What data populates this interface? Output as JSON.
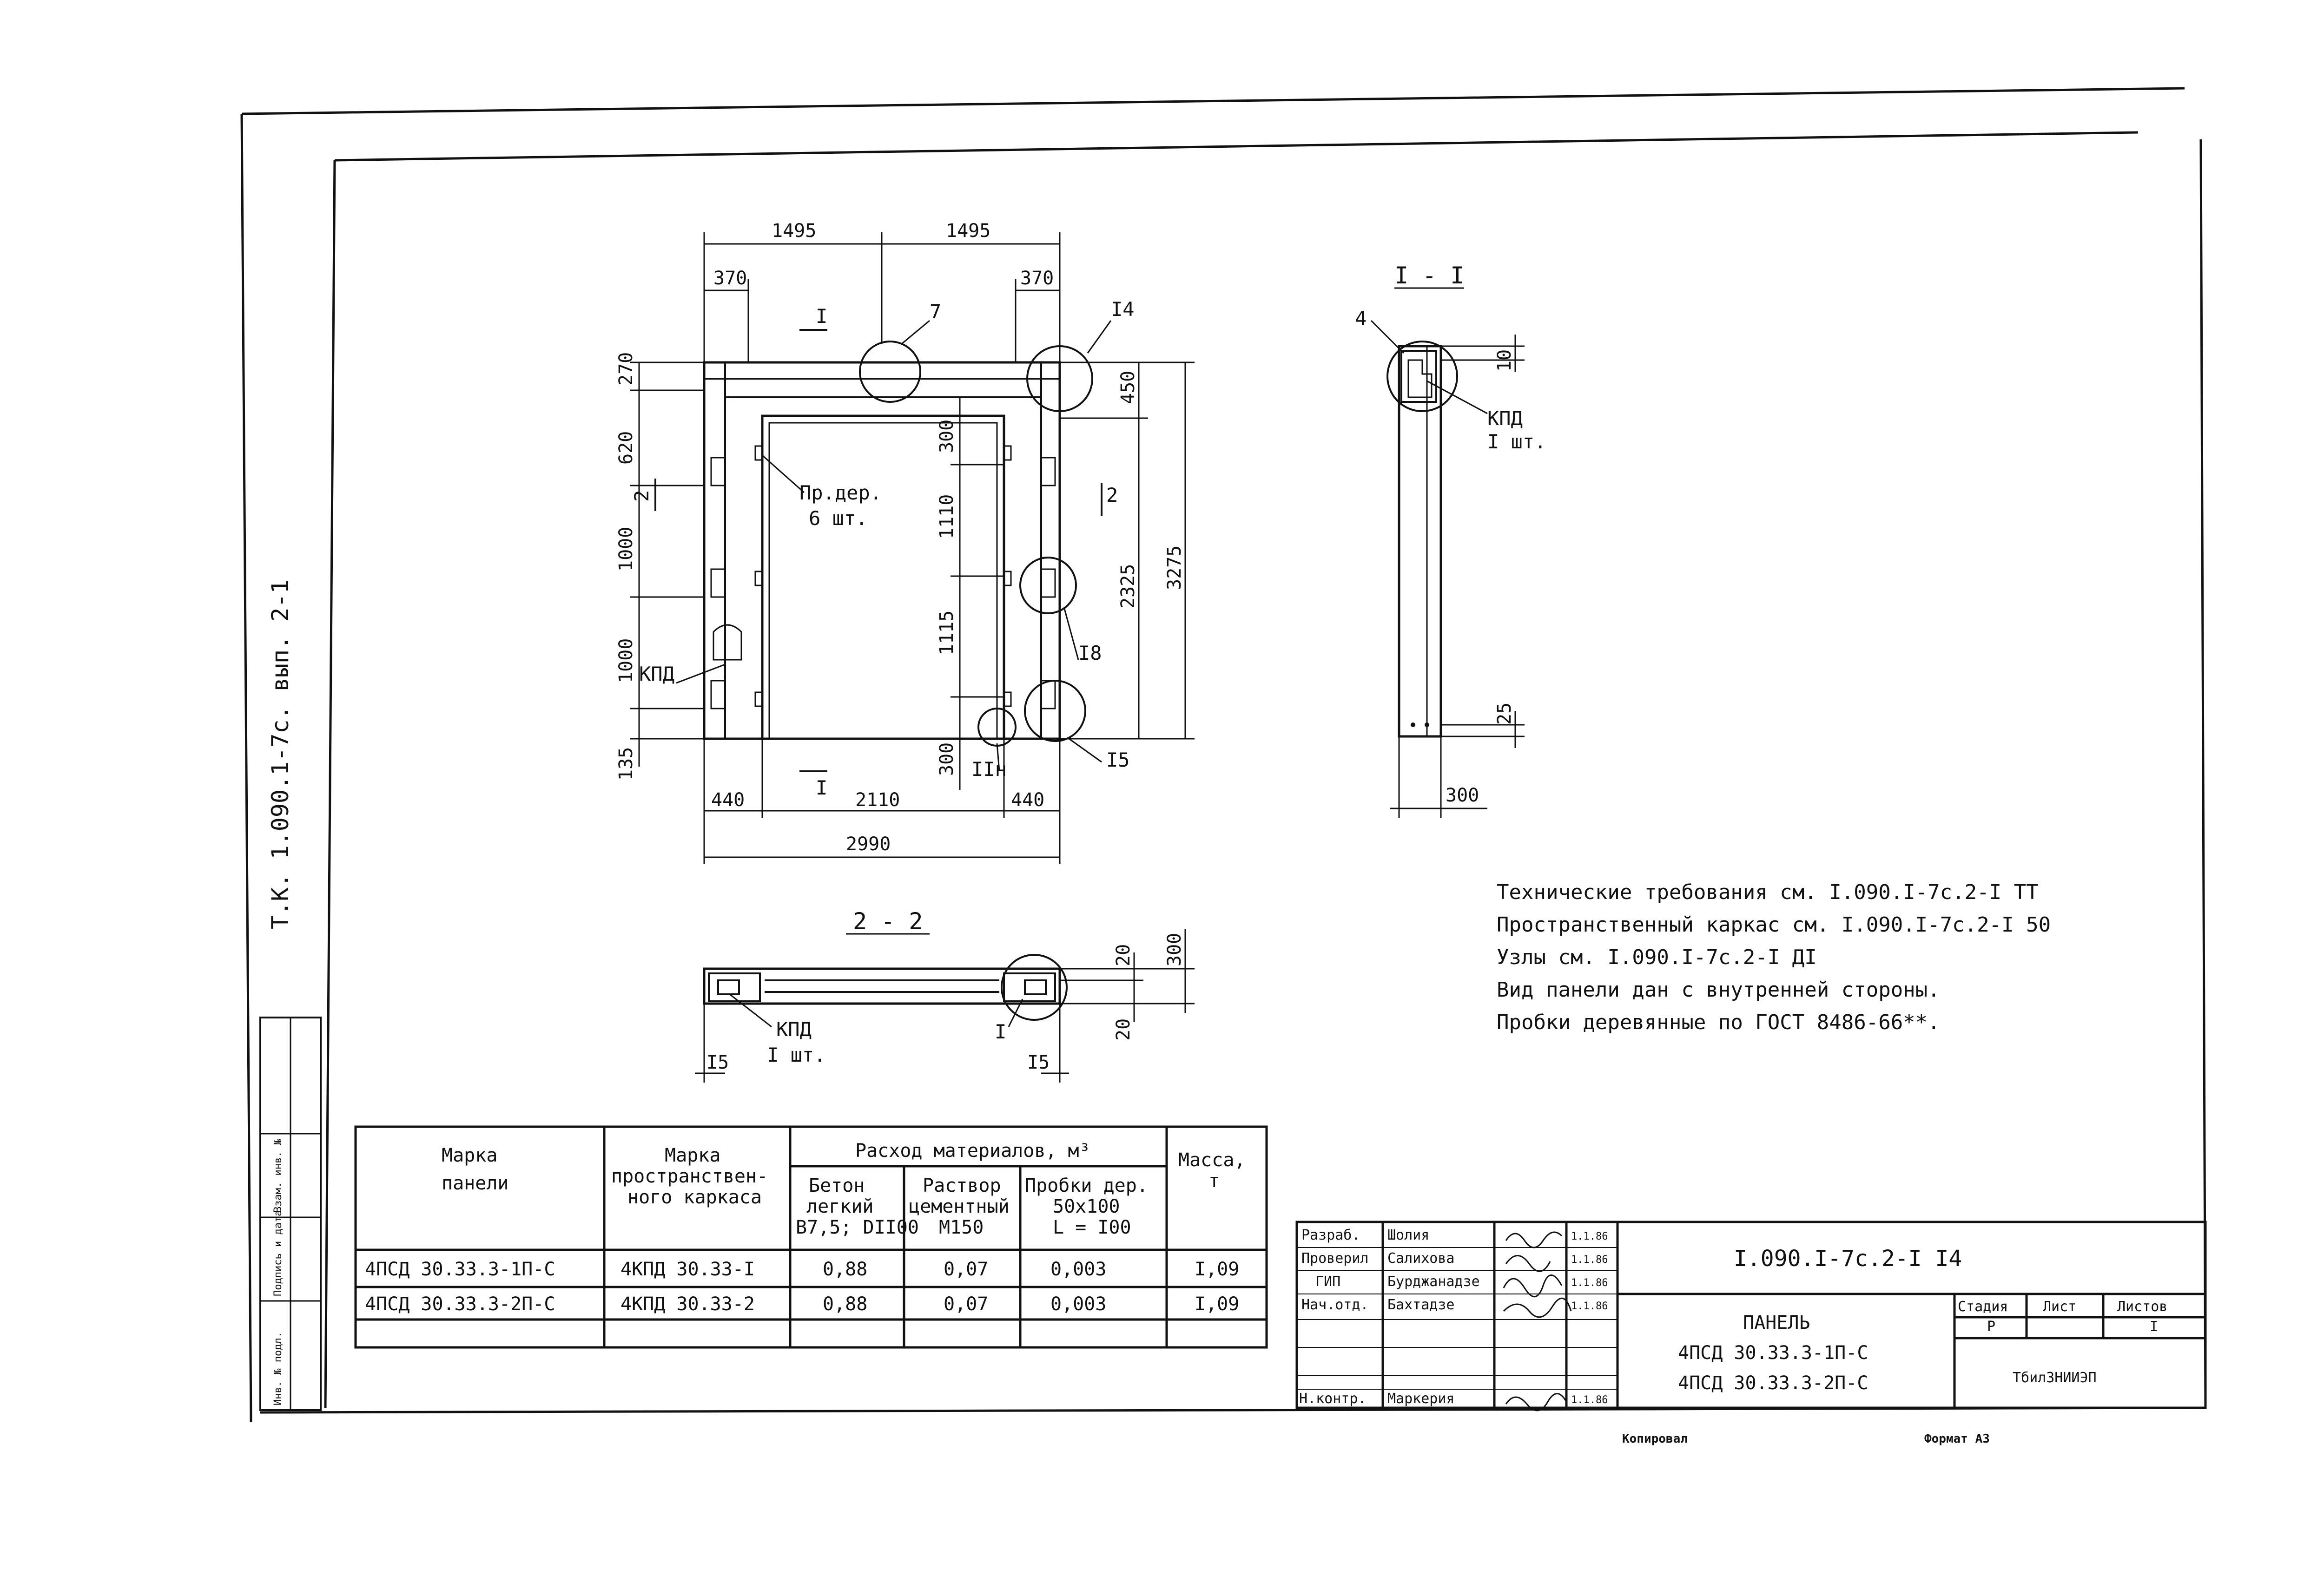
{
  "side_strip": {
    "vertical_note": "Т.К. 1.090.1-7с. вып. 2-1",
    "labels": [
      "Инв. № подл.",
      "Подпись и дата",
      "Взам. инв. №"
    ]
  },
  "elevation": {
    "dims_top": [
      "1495",
      "1495"
    ],
    "dims_top_small": [
      "370",
      "370"
    ],
    "dims_bottom": [
      "440",
      "2110",
      "440"
    ],
    "dim_total_width": "2990",
    "dims_left": [
      "270",
      "620",
      "1000",
      "1000",
      "135"
    ],
    "dims_inner": [
      "300",
      "1110",
      "1115",
      "300"
    ],
    "dims_right": [
      "450",
      "2325",
      "3275"
    ],
    "section_marks": [
      "I",
      "I",
      "2",
      "2"
    ],
    "callouts": [
      "7",
      "I4",
      "I8",
      "I5",
      "IIн"
    ],
    "kpd_label": "КПД",
    "plug_label": [
      "Пр.дер.",
      "6 шт."
    ]
  },
  "section_1_1": {
    "title": "I - I",
    "callout": "4",
    "kpd_label": [
      "КПД",
      "I шт."
    ],
    "dims": [
      "10",
      "25",
      "300"
    ]
  },
  "section_2_2": {
    "title": "2 - 2",
    "kpd_label": [
      "КПД",
      "I шт."
    ],
    "callout": "I",
    "dims": [
      "I5",
      "I5",
      "20",
      "20",
      "300"
    ]
  },
  "notes": [
    "Технические требования см. I.090.I-7с.2-I ТТ",
    "Пространственный каркас см. I.090.I-7с.2-I 50",
    "Узлы см. I.090.I-7с.2-I ДI",
    "Вид панели дан с внутренней стороны.",
    "Пробки деревянные по ГОСТ 8486-66**."
  ],
  "materials_table": {
    "headers": {
      "mark": [
        "Марка",
        "панели"
      ],
      "frame": [
        "Марка",
        "пространствен-",
        "ного каркаса"
      ],
      "consumption": "Расход материалов, м³",
      "concrete": [
        "Бетон",
        "легкий",
        "В7,5; DII00"
      ],
      "mortar": [
        "Раствор",
        "цементный",
        "М150"
      ],
      "plugs": [
        "Пробки дер.",
        "50х100",
        "L = I00"
      ],
      "mass": [
        "Масса,",
        "т"
      ]
    },
    "rows": [
      [
        "4ПСД 30.33.3-1П-С",
        "4КПД 30.33-I",
        "0,88",
        "0,07",
        "0,003",
        "I,09"
      ],
      [
        "4ПСД 30.33.3-2П-С",
        "4КПД 30.33-2",
        "0,88",
        "0,07",
        "0,003",
        "I,09"
      ]
    ]
  },
  "title_block": {
    "roles": [
      "Разраб.",
      "Проверил",
      "ГИП",
      "Нач.отд.",
      "",
      "",
      "Н.контр."
    ],
    "names": [
      "Шолия",
      "Салихова",
      "Бурджанадзе",
      "Бахтадзе",
      "",
      "",
      "Маркерия"
    ],
    "dates": [
      "1.1.86",
      "1.1.86",
      "1.1.86",
      "1.1.86",
      "",
      "",
      "1.1.86"
    ],
    "doc_code": "I.090.I-7с.2-I I4",
    "panel_title": "ПАНЕЛЬ",
    "panel_marks": [
      "4ПСД 30.33.3-1П-С",
      "4ПСД 30.33.3-2П-С"
    ],
    "stage_header": [
      "Стадия",
      "Лист",
      "Листов"
    ],
    "stage_values": [
      "Р",
      "",
      "I"
    ],
    "org": "ТбилЗНИИЭП"
  },
  "footer": {
    "copied": "Копировал",
    "format": "Формат А3"
  }
}
